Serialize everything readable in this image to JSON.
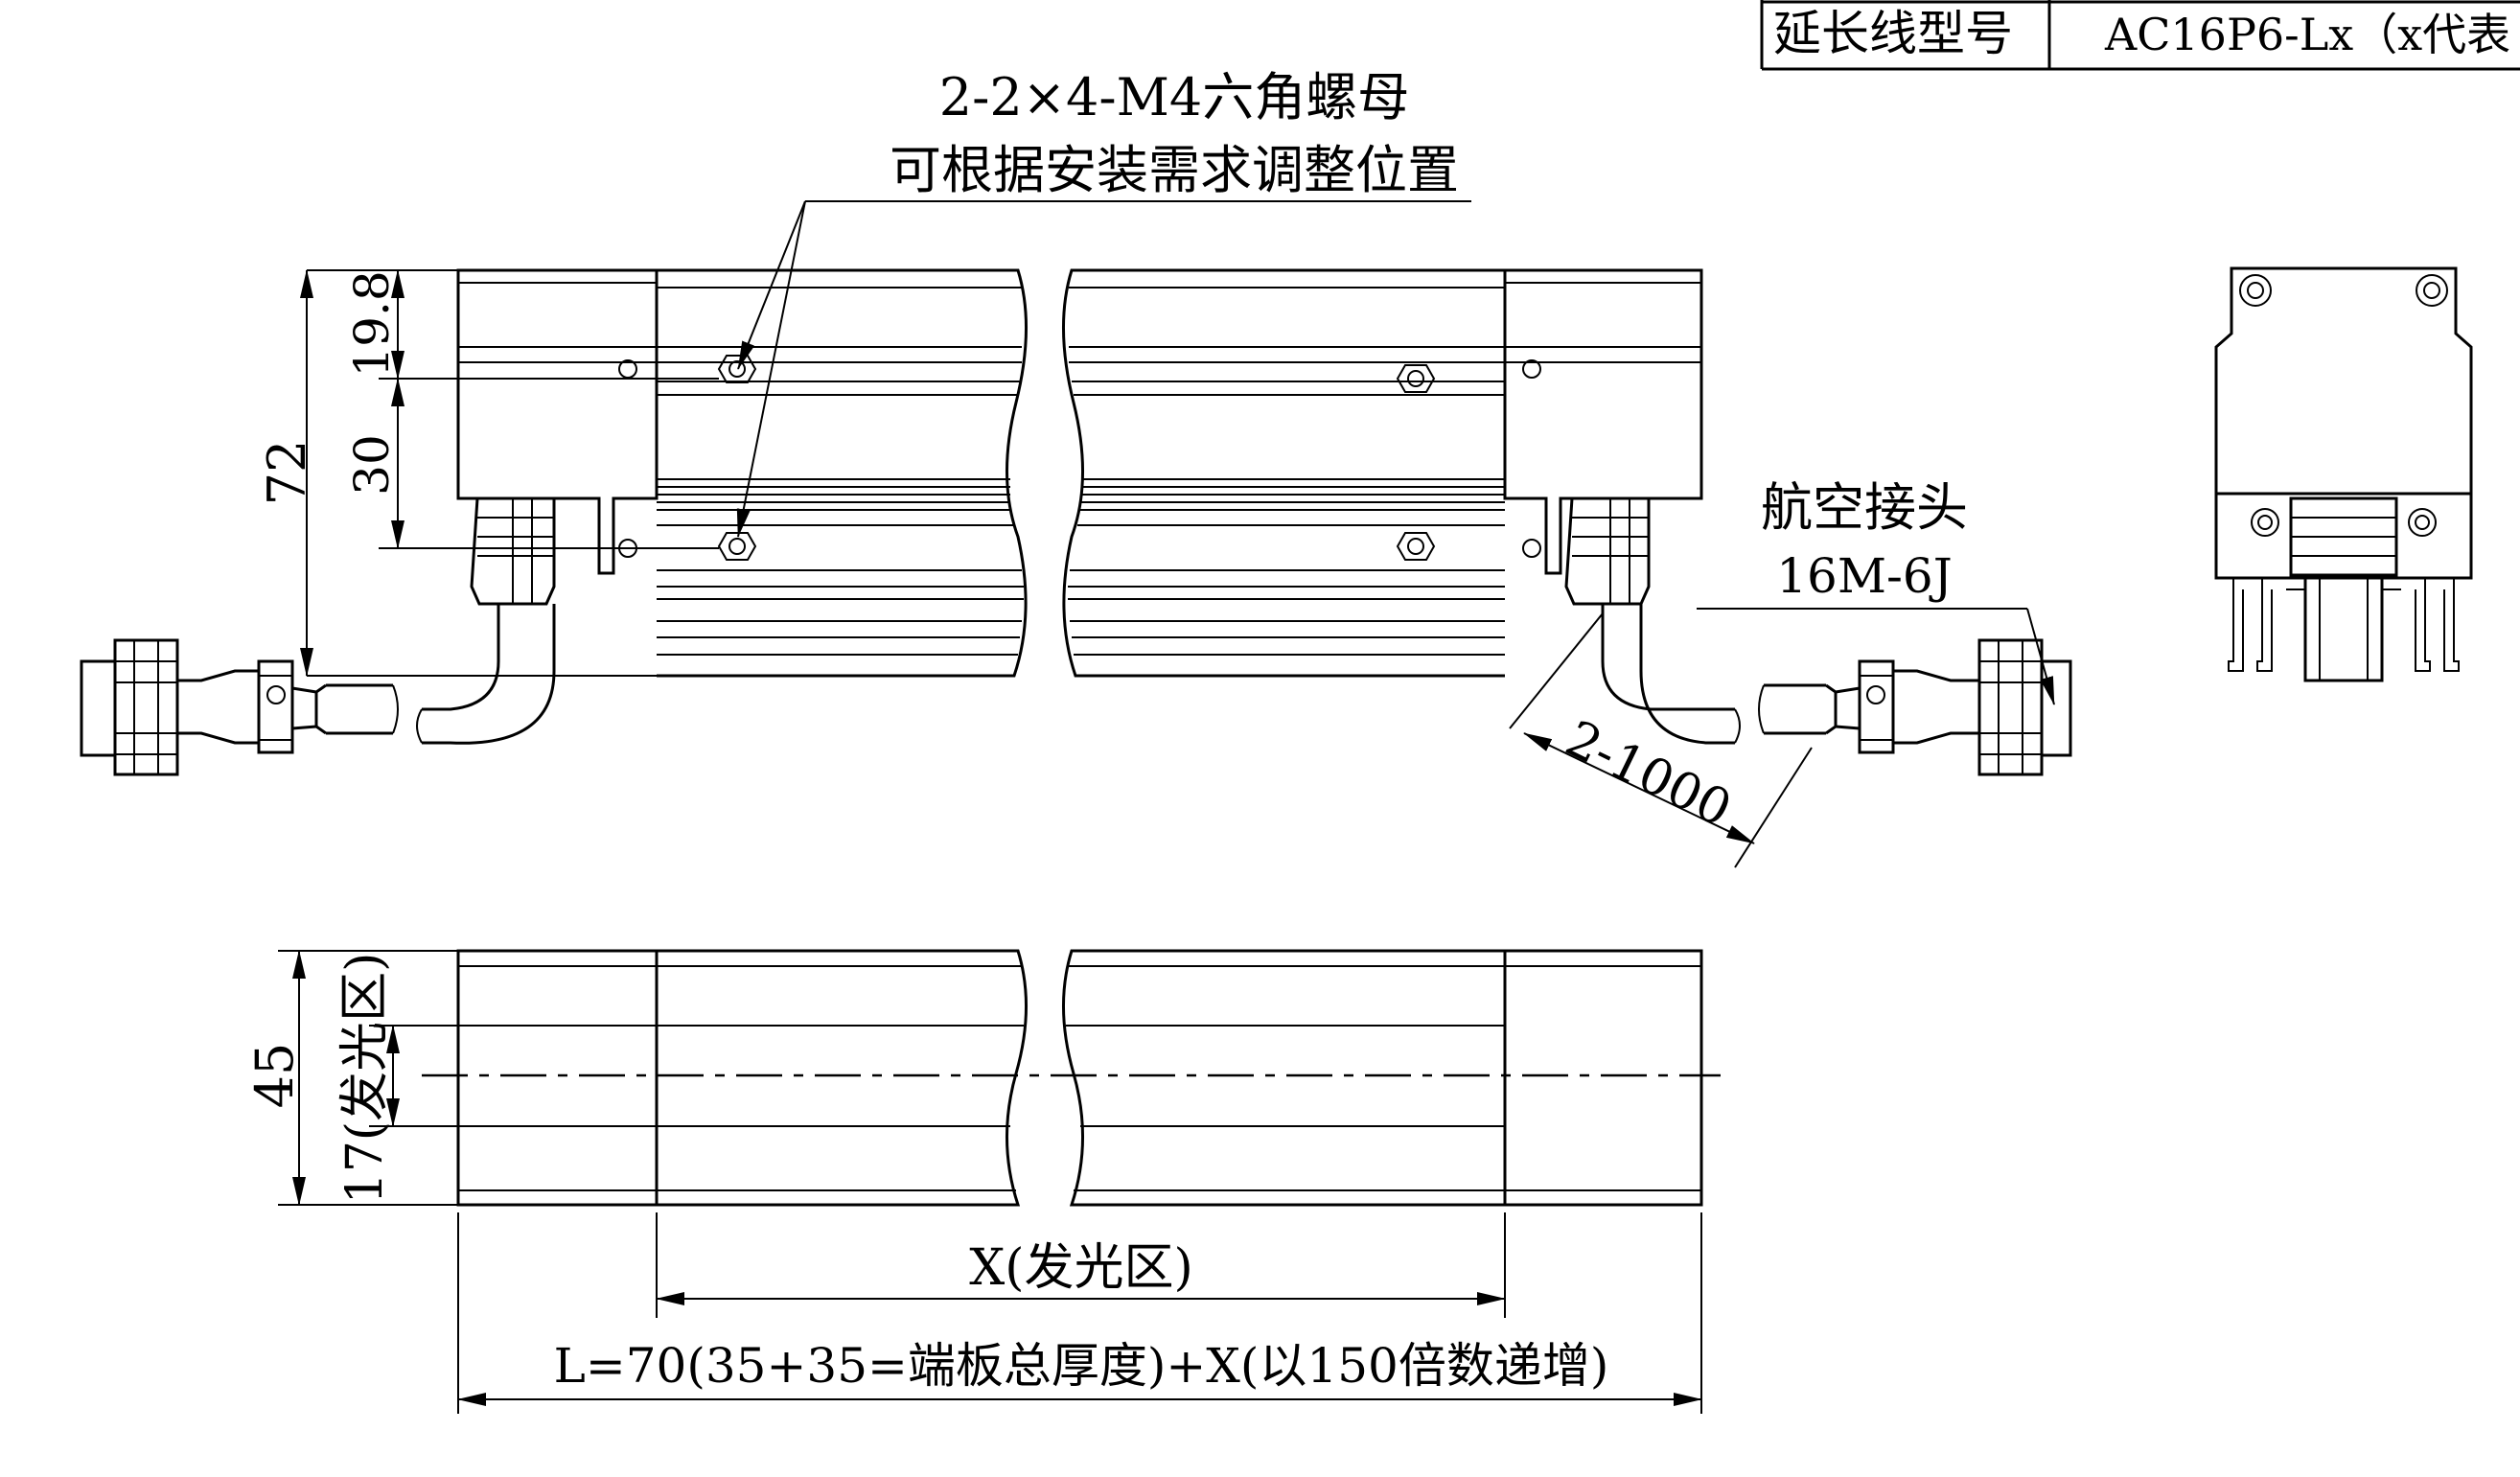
{
  "title_block": {
    "label": "延长线型号",
    "value": "AC16P6-Lx（x代表"
  },
  "annotations": {
    "nut_spec": "2-2×4-M4六角螺母",
    "nut_note": "可根据安装需求调整位置",
    "connector_name": "航空接头",
    "connector_model": "16M-6J",
    "cable_length": "2-1000"
  },
  "dimensions": {
    "height_total": "72",
    "height_top": "19.8",
    "height_mid": "30",
    "width_total": "45",
    "width_light": "17(发光区)",
    "length_light": "X(发光区)",
    "length_total": "L=70(35+35=端板总厚度)+X(以150倍数递增)"
  }
}
